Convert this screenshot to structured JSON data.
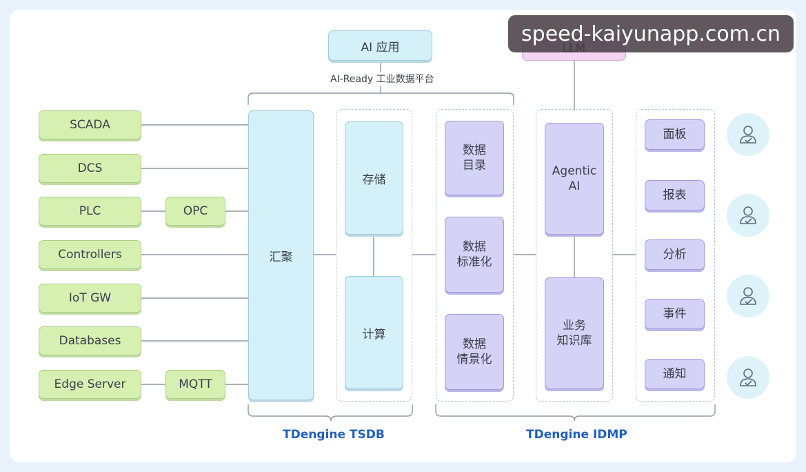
{
  "top": {
    "ai_app": "AI 应用",
    "llm": "LLM",
    "ai_ready_label": "AI-Ready 工业数据平台"
  },
  "sources": [
    "SCADA",
    "DCS",
    "PLC",
    "Controllers",
    "IoT GW",
    "Databases",
    "Edge Server"
  ],
  "protocols": {
    "opc": "OPC",
    "mqtt": "MQTT"
  },
  "tsdb": {
    "aggregate": "汇聚",
    "storage": "存储",
    "compute": "计算",
    "label": "TDengine TSDB"
  },
  "idmp": {
    "data_modules": [
      "数据\n目录",
      "数据\n标准化",
      "数据\n情景化"
    ],
    "agentic_ai": "Agentic\nAI",
    "knowledge_base": "业务\n知识库",
    "outputs": [
      "面板",
      "报表",
      "分析",
      "事件",
      "通知"
    ],
    "label": "TDengine IDMP"
  },
  "watermark": "speed-kaiyunapp.com.cn",
  "colors": {
    "source_green": "#d6f0b2",
    "tsdb_blue": "#d4f0f8",
    "idmp_purple": "#d4d3f7",
    "llm_pink": "#f3d4f3",
    "label_blue": "#1f5fbf"
  }
}
